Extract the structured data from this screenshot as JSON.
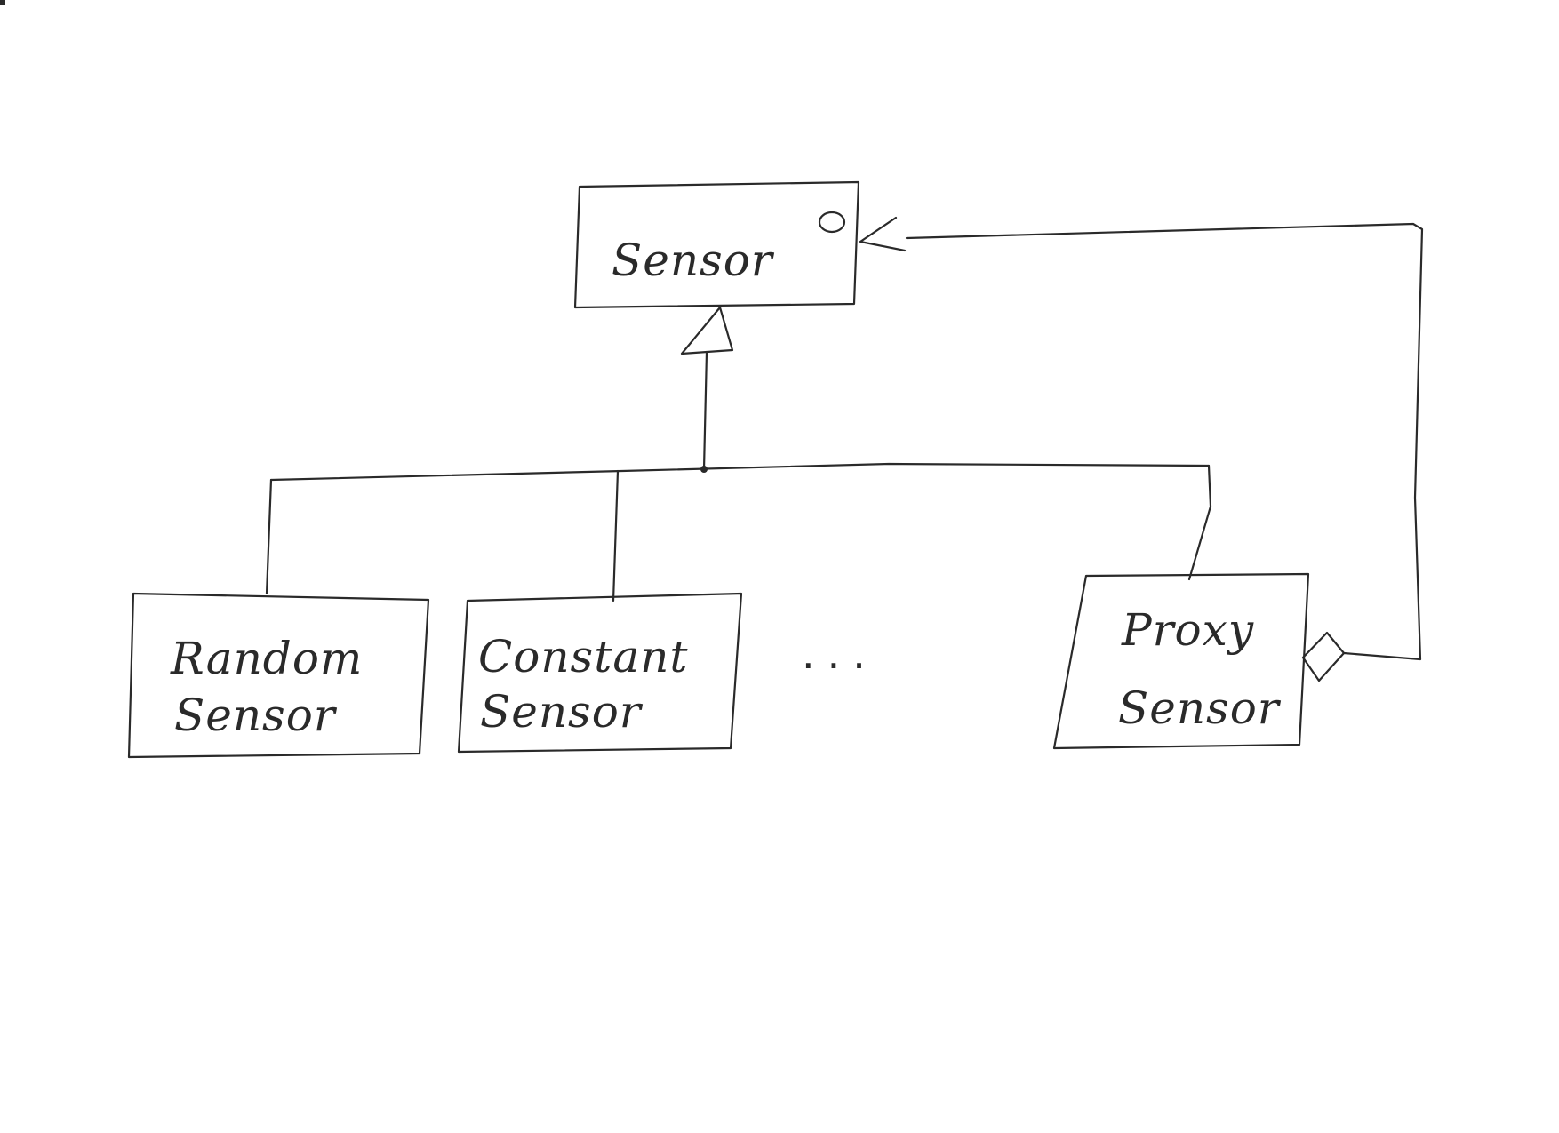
{
  "diagram": {
    "classes": {
      "sensor": {
        "lines": [
          "Sensor"
        ]
      },
      "random_sensor": {
        "lines": [
          "Random",
          "Sensor"
        ]
      },
      "constant_sensor": {
        "lines": [
          "Constant",
          "Sensor"
        ]
      },
      "proxy_sensor": {
        "lines": [
          "Proxy",
          "Sensor"
        ]
      }
    },
    "ellipsis": "...",
    "relationships": [
      {
        "type": "generalization",
        "from": "random_sensor",
        "to": "sensor"
      },
      {
        "type": "generalization",
        "from": "constant_sensor",
        "to": "sensor"
      },
      {
        "type": "generalization",
        "from": "proxy_sensor",
        "to": "sensor"
      },
      {
        "type": "aggregation",
        "from": "proxy_sensor",
        "to": "sensor"
      }
    ]
  }
}
